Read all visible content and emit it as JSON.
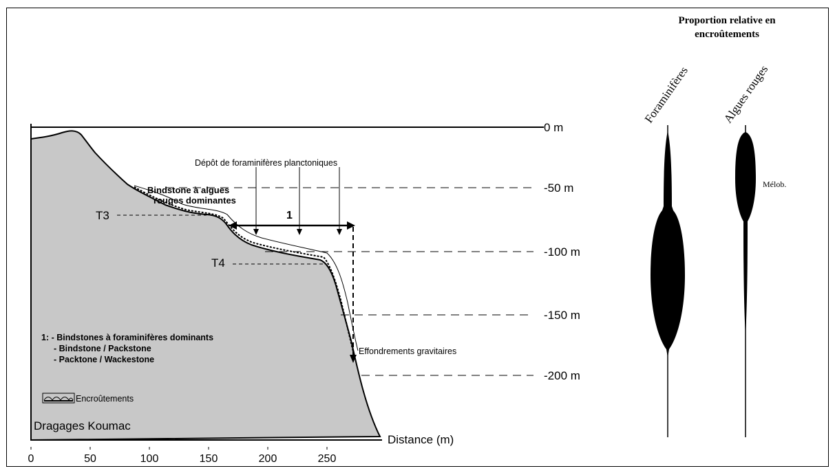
{
  "section": {
    "title": "Dragages Koumac",
    "x_axis_label": "Distance (m)",
    "x_ticks": [
      "0",
      "50",
      "100",
      "150",
      "200",
      "250"
    ],
    "depth_labels": [
      "0 m",
      "-50 m",
      "-100 m",
      "-150 m",
      "-200 m"
    ],
    "terrace_labels": [
      "T3",
      "T4"
    ],
    "annotations": {
      "plankton": "Dépôt de foraminifères planctoniques",
      "bindstone_line1": "Bindstone à algues",
      "bindstone_line2": "rouges dominantes",
      "zone_number": "1",
      "collapse": "Effondrements gravitaires"
    },
    "legend": {
      "line1": "1: - Bindstones à foraminifères dominants",
      "line2": "- Bindstone / Packstone",
      "line3": "- Packtone / Wackestone",
      "encrustation": "Encroûtements"
    },
    "colors": {
      "seafloor_fill": "#c8c8c8",
      "stroke": "#000000"
    }
  },
  "proportion_panel": {
    "title_line1": "Proportion relative en",
    "title_line2": "encroûtements",
    "columns": [
      {
        "name": "Foraminifères"
      },
      {
        "name": "Algues rouges",
        "note": "Mélob."
      }
    ],
    "colors": {
      "fill": "#000000"
    }
  }
}
